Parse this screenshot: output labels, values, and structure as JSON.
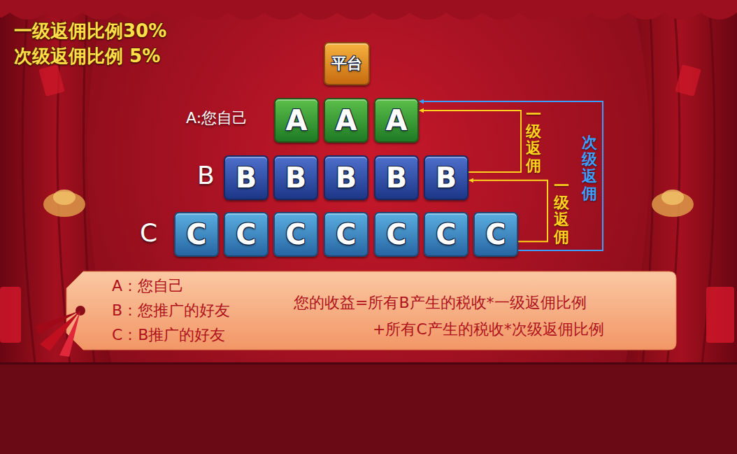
{
  "diagram": {
    "nodes": [
      {
        "text": [
          "平台"
        ]
      },
      {
        "text": [
          "A"
        ]
      },
      {
        "text": [
          "A"
        ]
      },
      {
        "text": [
          "A"
        ]
      },
      {
        "text": [
          "B"
        ]
      },
      {
        "text": [
          "B"
        ]
      },
      {
        "text": [
          "B"
        ]
      },
      {
        "text": [
          "B"
        ]
      },
      {
        "text": [
          "B"
        ]
      },
      {
        "text": [
          "C"
        ]
      },
      {
        "text": [
          "C"
        ]
      },
      {
        "text": [
          "C"
        ]
      },
      {
        "text": [
          "C"
        ]
      },
      {
        "text": [
          "C"
        ]
      },
      {
        "text": [
          "C"
        ]
      },
      {
        "text": [
          "C"
        ]
      },
      {
        "text": [
          "A：您自己",
          "B：您推广的好友",
          "C：B推广的好友",
          "您的收益=所有B产生的税收*一级返佣比例",
          "+所有C产生的税收*次级返佣比例"
        ]
      }
    ],
    "edges": [
      {
        "from": 8,
        "to": 3,
        "arrow": "to",
        "label": "一级返佣"
      },
      {
        "from": 15,
        "to": 8,
        "arrow": "to",
        "label": "一级返佣"
      },
      {
        "from": 15,
        "to": 3,
        "arrow": "to",
        "label": "次级返佣"
      }
    ],
    "labels": [
      "一级返佣比例30%",
      "次级返佣比例 5%",
      "A:您自己",
      "B",
      "C"
    ]
  }
}
